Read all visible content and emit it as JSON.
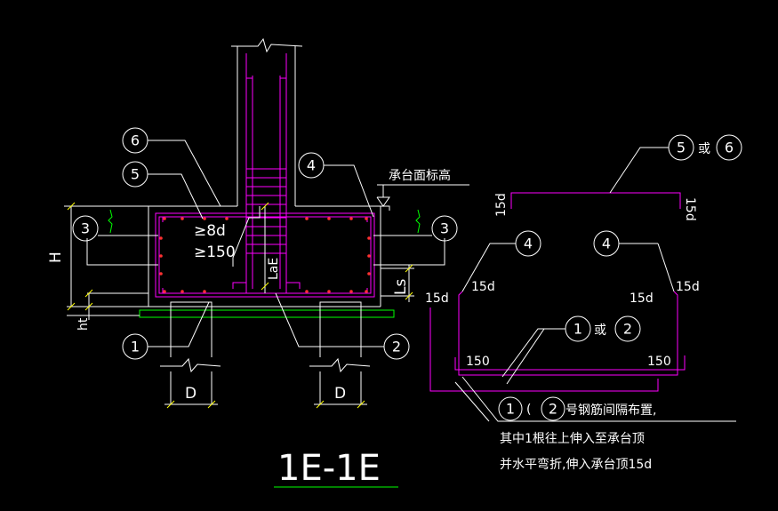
{
  "title": "1E-1E",
  "labels": {
    "cap_top_elev": "承台面标高",
    "min_8d": "≥8d",
    "min_150": "≥150",
    "lae": "LaE",
    "ls": "Ls",
    "h": "H",
    "ht": "ht",
    "d_left": "D",
    "d_right": "D",
    "d15_top_left": "15d",
    "d15_top_right": "15d",
    "d15_left_a": "15d",
    "d15_left_b": "15d",
    "d15_right_a": "15d",
    "d15_right_b": "15d",
    "len150_left": "150",
    "len150_right": "150",
    "or_a": "或",
    "or_b": "或"
  },
  "callouts": {
    "n1": "1",
    "n2": "2",
    "n3_left": "3",
    "n3_right": "3",
    "n4_main": "4",
    "n4_detail_left": "4",
    "n4_detail_right": "4",
    "n5_main": "5",
    "n5_detail": "5",
    "n6_main": "6",
    "n6_detail": "6",
    "n1_detail": "1",
    "n2_detail": "2",
    "n1_note": "1",
    "n2_note": "2"
  },
  "note": {
    "line1_rest": "号钢筋间隔布置,",
    "line1_paren": "(",
    "line2": "其中1根往上伸入至承台顶",
    "line3": "并水平弯折,伸入承台顶15d"
  },
  "colors": {
    "background": "#000000",
    "line": "#ffffff",
    "rebar": "#ff00ff",
    "cushion": "#00ff00",
    "dimension": "#ffff00",
    "title_underline": "#00ff00"
  }
}
